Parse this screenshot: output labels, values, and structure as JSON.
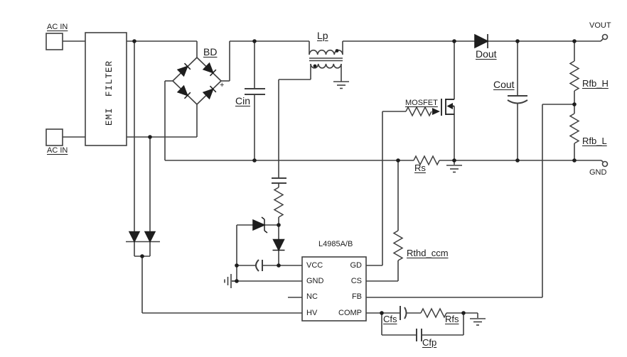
{
  "schematic": {
    "ic": {
      "name": "L4985A/B",
      "pins_left": [
        "VCC",
        "GND",
        "NC",
        "HV"
      ],
      "pins_right": [
        "GD",
        "CS",
        "FB",
        "COMP"
      ]
    },
    "labels": {
      "ac_in_top": "AC IN",
      "ac_in_bottom": "AC IN",
      "emi_filter": "EMI FILTER",
      "bridge": "BD",
      "input_cap": "Cin",
      "inductor": "Lp",
      "mosfet": "MOSFET",
      "output_diode": "Dout",
      "output_cap": "Cout",
      "fb_resistor_high": "Rfb_H",
      "fb_resistor_low": "Rfb_L",
      "vout_terminal": "VOUT",
      "gnd_terminal": "GND",
      "sense_resistor": "Rs",
      "thd_resistor": "Rthd_ccm",
      "comp_cap_series": "Cfs",
      "comp_resistor": "Rfs",
      "comp_cap_parallel": "Cfp",
      "polarity_plus": "+"
    },
    "colors": {
      "line": "#404040",
      "text": "#1c1c1c",
      "background": "#ffffff"
    }
  }
}
